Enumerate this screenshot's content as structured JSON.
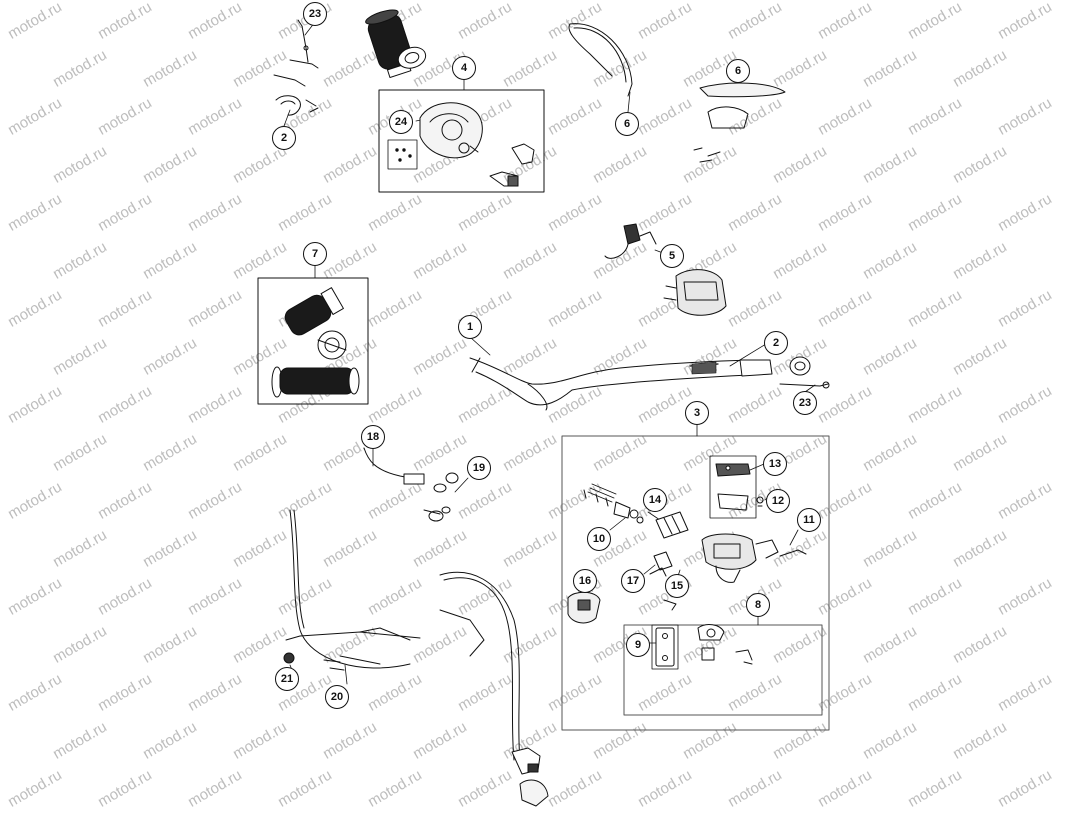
{
  "watermark": {
    "text": "motod.ru"
  },
  "callouts": [
    {
      "n": "1"
    },
    {
      "n": "2"
    },
    {
      "n": "2"
    },
    {
      "n": "3"
    },
    {
      "n": "4"
    },
    {
      "n": "5"
    },
    {
      "n": "6"
    },
    {
      "n": "6"
    },
    {
      "n": "7"
    },
    {
      "n": "8"
    },
    {
      "n": "9"
    },
    {
      "n": "10"
    },
    {
      "n": "11"
    },
    {
      "n": "12"
    },
    {
      "n": "13"
    },
    {
      "n": "14"
    },
    {
      "n": "15"
    },
    {
      "n": "16"
    },
    {
      "n": "17"
    },
    {
      "n": "18"
    },
    {
      "n": "19"
    },
    {
      "n": "20"
    },
    {
      "n": "21"
    },
    {
      "n": "23"
    },
    {
      "n": "23"
    },
    {
      "n": "24"
    }
  ],
  "colors": {
    "line": "#111111",
    "part_fill": "#f4f4f4",
    "grip": "#1a1a1a",
    "watermark": "#bdbdbd"
  }
}
